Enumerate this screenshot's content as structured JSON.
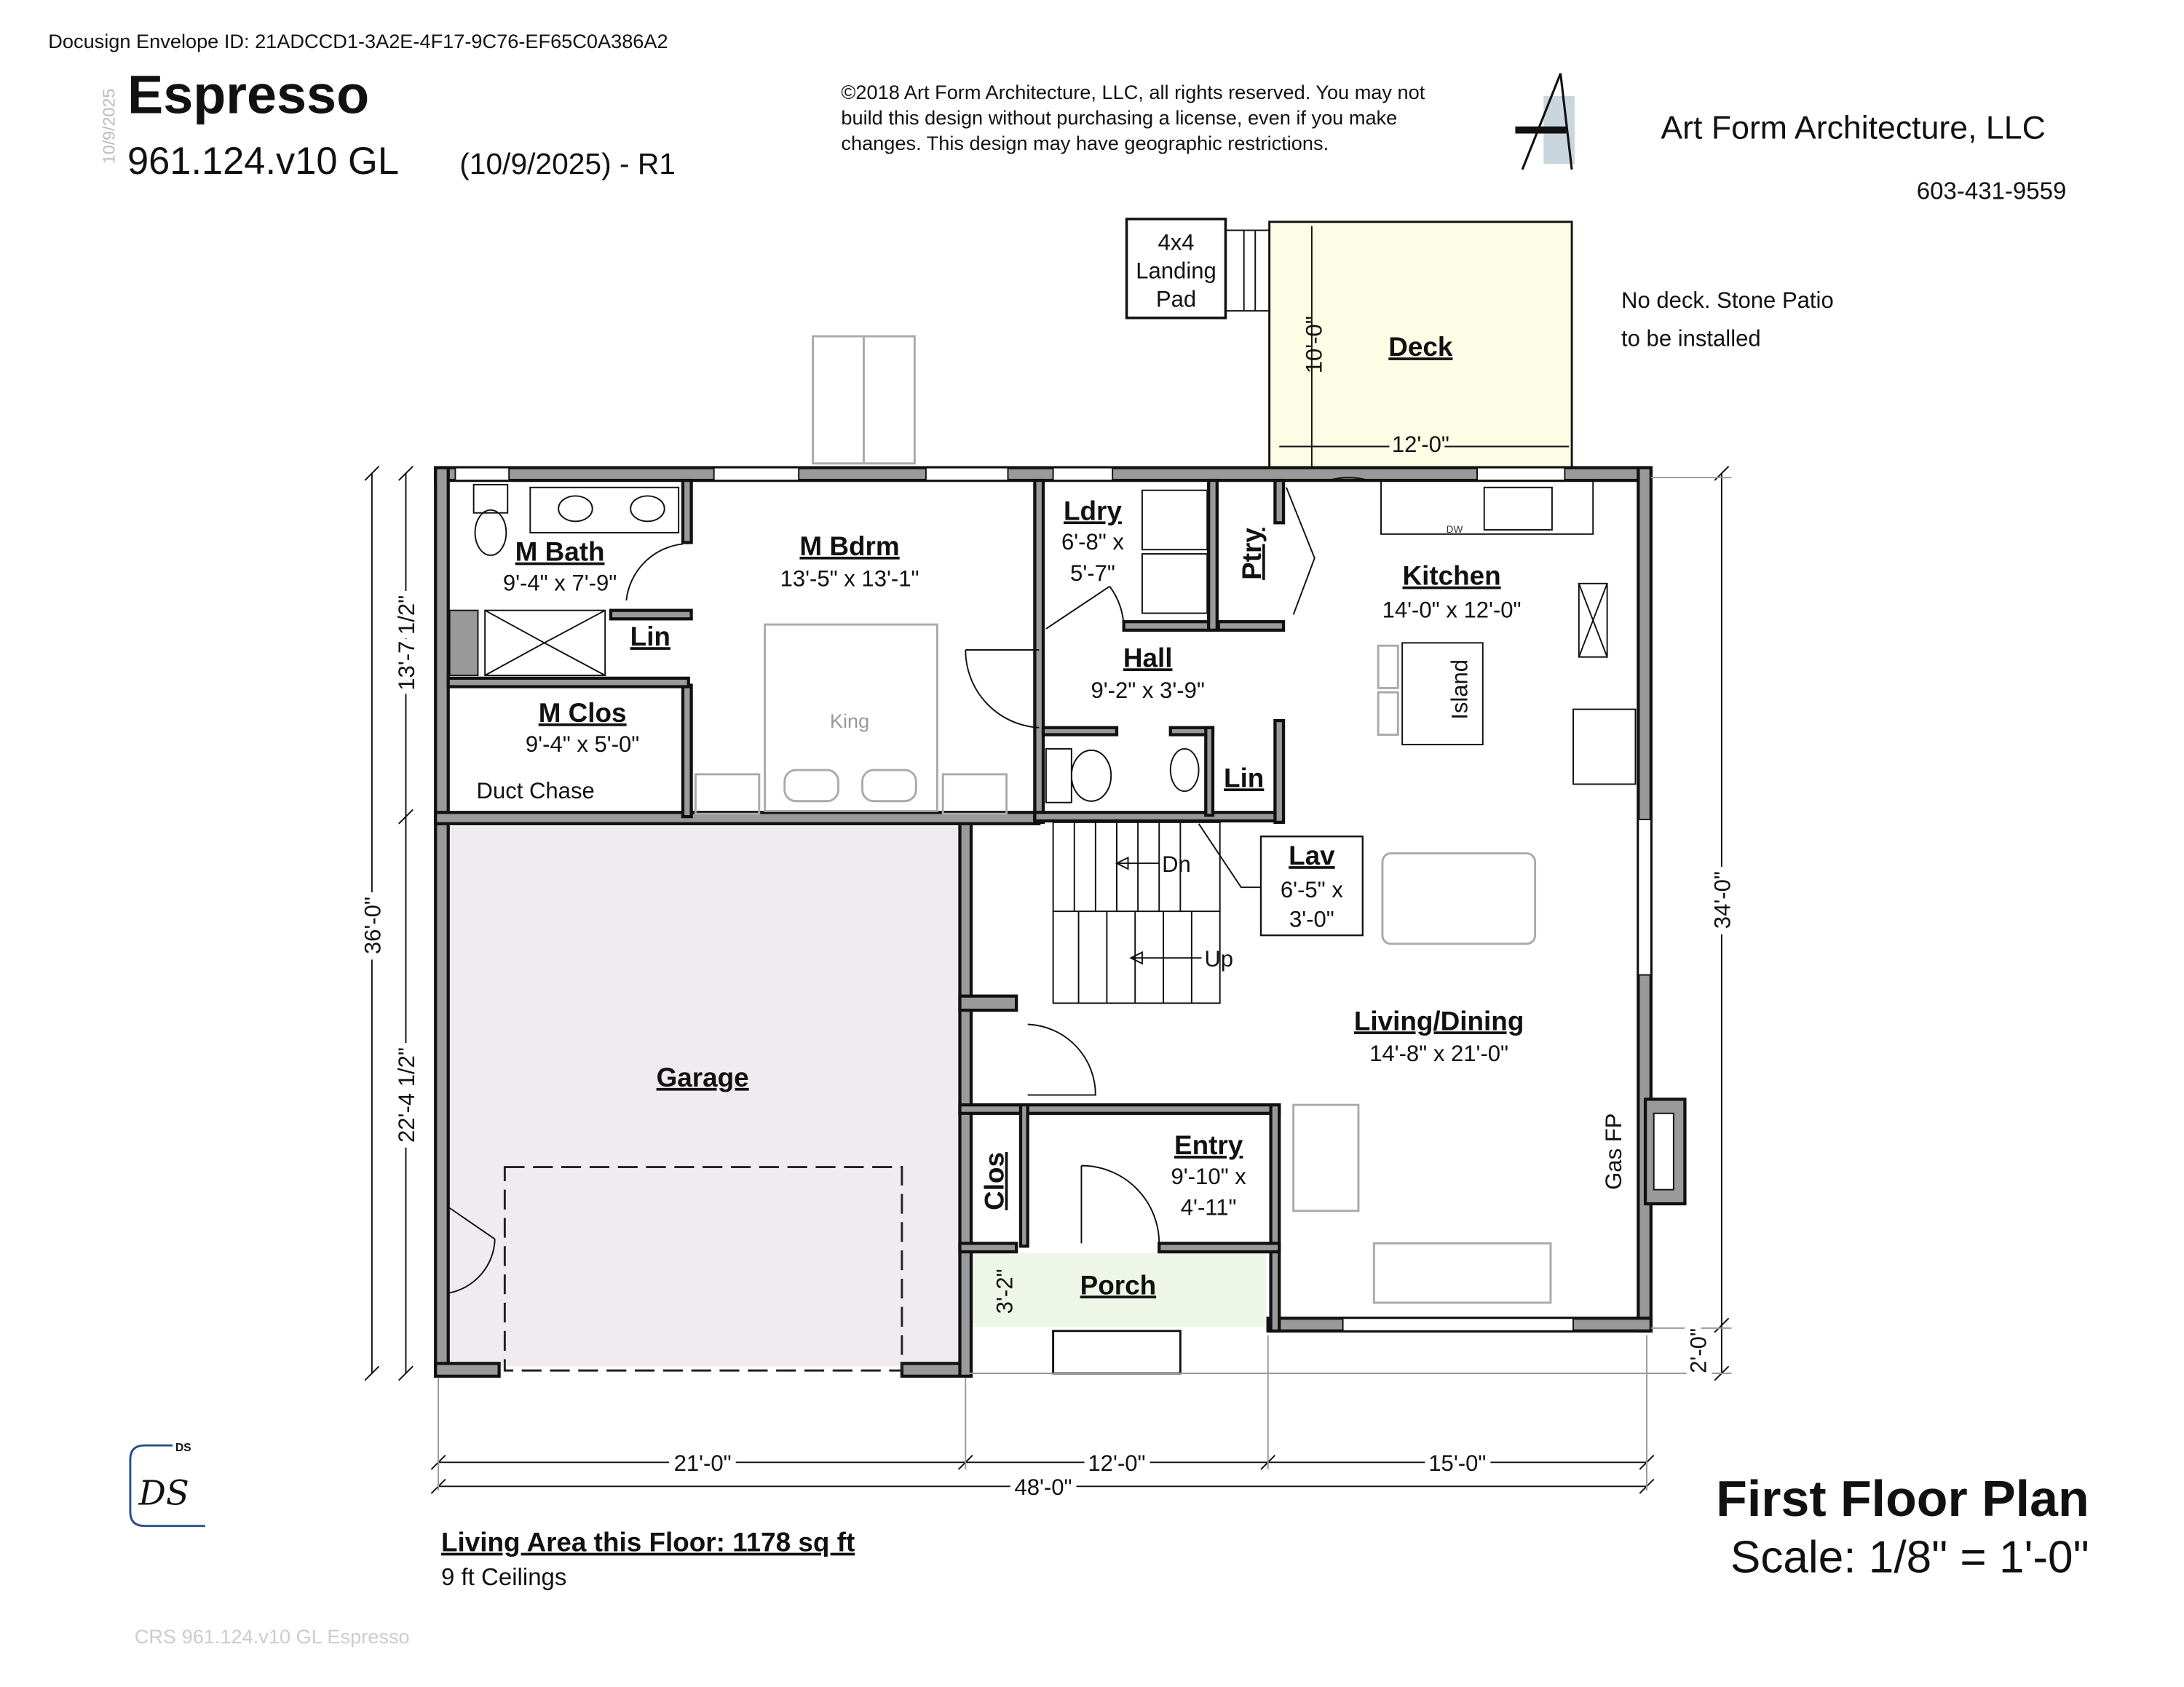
{
  "header": {
    "envelope_id": "Docusign Envelope ID: 21ADCCD1-3A2E-4F17-9C76-EF65C0A386A2",
    "side_date": "10/9/2025",
    "title": "Espresso",
    "plan_code": "961.124.v10 GL",
    "revision": "(10/9/2025) - R1",
    "copyright_lines": [
      "©2018 Art Form Architecture, LLC, all rights reserved. You may not",
      "build this design without purchasing a license, even if you make",
      "changes. This design may have geographic restrictions."
    ],
    "company": "Art Form Architecture, LLC",
    "phone": "603-431-9559"
  },
  "notes": {
    "patio_lines": [
      "No deck.  Stone Patio",
      "to be installed"
    ],
    "landing_pad": [
      "4x4",
      "Landing",
      "Pad"
    ]
  },
  "rooms": {
    "deck": {
      "name": "Deck",
      "width": "12'-0\"",
      "depth": "10'-0\""
    },
    "m_bath": {
      "name": "M Bath",
      "dims": "9'-4\" x 7'-9\""
    },
    "m_bdrm": {
      "name": "M Bdrm",
      "dims": "13'-5\" x 13'-1\""
    },
    "ldry": {
      "name": "Ldry",
      "dims_1": "6'-8\" x",
      "dims_2": "5'-7\""
    },
    "ptry": {
      "name": "Ptry"
    },
    "kitchen": {
      "name": "Kitchen",
      "dims": "14'-0\" x 12'-0\""
    },
    "island": "Island",
    "dw": "DW",
    "lin_bath": "Lin",
    "lin_hall": "Lin",
    "hall": {
      "name": "Hall",
      "dims": "9'-2\" x 3'-9\""
    },
    "m_clos": {
      "name": "M Clos",
      "dims": "9'-4\" x 5'-0\""
    },
    "duct_chase": "Duct Chase",
    "bed": "King",
    "lav": {
      "name": "Lav",
      "dims_1": "6'-5\" x",
      "dims_2": "3'-0\""
    },
    "stairs_down": "Dn",
    "stairs_up": "Up",
    "living": {
      "name": "Living/Dining",
      "dims": "14'-8\" x 21'-0\""
    },
    "garage": {
      "name": "Garage"
    },
    "clos": {
      "name": "Clos"
    },
    "entry": {
      "name": "Entry",
      "dims_1": "9'-10\" x",
      "dims_2": "4'-11\""
    },
    "porch": {
      "name": "Porch",
      "depth": "3'-2\""
    },
    "fireplace": "Gas FP"
  },
  "dimensions": {
    "overall_depth": "36'-0\"",
    "left_upper": "13'-7 1/2\"",
    "left_lower": "22'-4 1/2\"",
    "right_depth": "34'-0\"",
    "right_offset": "2'-0\"",
    "bottom_1": "21'-0\"",
    "bottom_2": "12'-0\"",
    "bottom_3": "15'-0\"",
    "overall_width": "48'-0\""
  },
  "footer": {
    "living_area": "Living Area this Floor: 1178 sq ft",
    "ceilings": "9 ft Ceilings",
    "watermark": "CRS 961.124.v10 GL Espresso",
    "initials_label": "DS",
    "initials": "DS",
    "plan_title": "First Floor Plan",
    "scale": "Scale: 1/8\" = 1'-0\""
  },
  "colors": {
    "deck_fill": "#fdfde6",
    "porch_fill": "#eef6e8",
    "garage_fill": "#efebee",
    "wall_fill": "#9a9a9a",
    "initials_box": "#2b4f8a",
    "logo_accent": "#c9d6de"
  }
}
